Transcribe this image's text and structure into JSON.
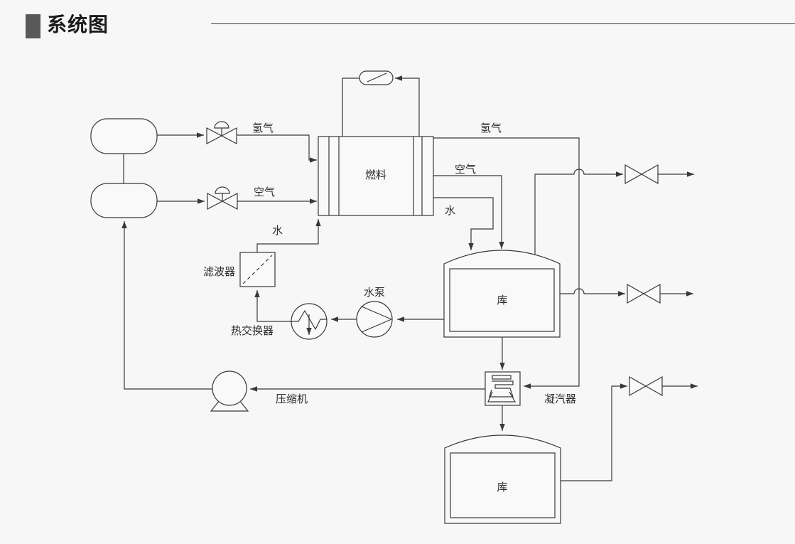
{
  "page": {
    "title": "系统图"
  },
  "diagram": {
    "components": {
      "fuel_cell": "燃料",
      "filter": "滤波器",
      "water_pump": "水泵",
      "heat_exchanger": "热交换器",
      "compressor": "压缩机",
      "condenser": "凝汽器",
      "upper_tank": "库",
      "lower_tank": "库"
    },
    "flow_labels": {
      "hydrogen_supply": "氢气",
      "air_supply": "空气",
      "water_supply": "水",
      "hydrogen_return": "氢气",
      "air_out": "空气",
      "water_out": "水"
    },
    "colors": {
      "line": "#383838",
      "title_square": "#595959",
      "background": "#f7f7f7"
    }
  }
}
